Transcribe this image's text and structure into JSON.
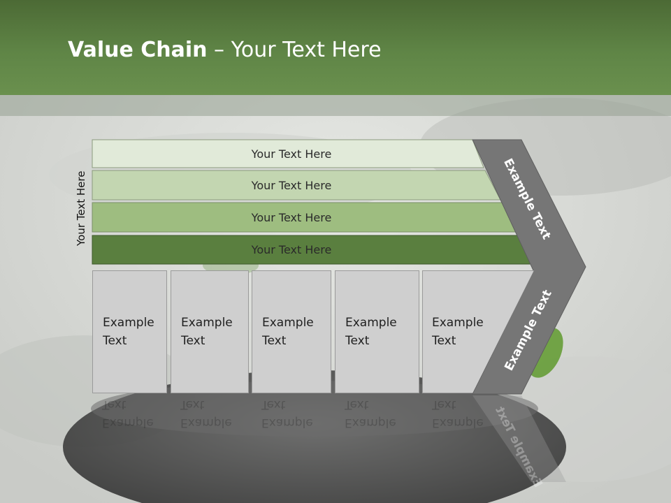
{
  "title": {
    "bold": "Value Chain",
    "rest": " – Your Text Here"
  },
  "side_label": "Your Text Here",
  "rows": [
    {
      "label": "Your Text Here",
      "fill": "#e1ead9"
    },
    {
      "label": "Your Text Here",
      "fill": "#c3d6b1"
    },
    {
      "label": "Your Text Here",
      "fill": "#9ebd80"
    },
    {
      "label": "Your Text Here",
      "fill": "#5a7f3f"
    }
  ],
  "boxes": [
    {
      "line1": "Example",
      "line2": "Text"
    },
    {
      "line1": "Example",
      "line2": "Text"
    },
    {
      "line1": "Example",
      "line2": "Text"
    },
    {
      "line1": "Example",
      "line2": "Text"
    },
    {
      "line1": "Example",
      "line2": "Text"
    }
  ],
  "chevron": {
    "upper_label": "Example Text",
    "lower_label": "Example Text",
    "fill": "#767676"
  },
  "colors": {
    "header": "#5f8546",
    "chevron": "#767676",
    "box": "#cfcfcf"
  }
}
